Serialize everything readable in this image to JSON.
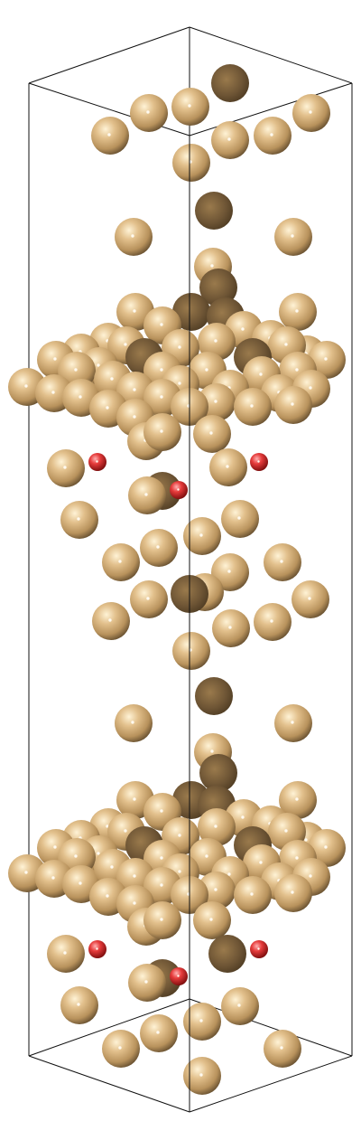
{
  "colors": {
    "background": "#ffffff",
    "cell_edge": "#111111",
    "atom_gold_highlight": "#f6e3b8",
    "atom_gold_mid": "#d8b47e",
    "atom_gold_shadow": "#6b5332",
    "atom_red_highlight": "#ff9a9a",
    "atom_red_mid": "#e23535",
    "atom_red_shadow": "#7a0c0c"
  },
  "scene": {
    "type": "atomic-structure-visualization",
    "species": [
      {
        "name": "large-atom",
        "icon": "gold-sphere-icon"
      },
      {
        "name": "small-atom",
        "icon": "red-sphere-icon"
      }
    ],
    "cell": "periodic-box-outline"
  }
}
